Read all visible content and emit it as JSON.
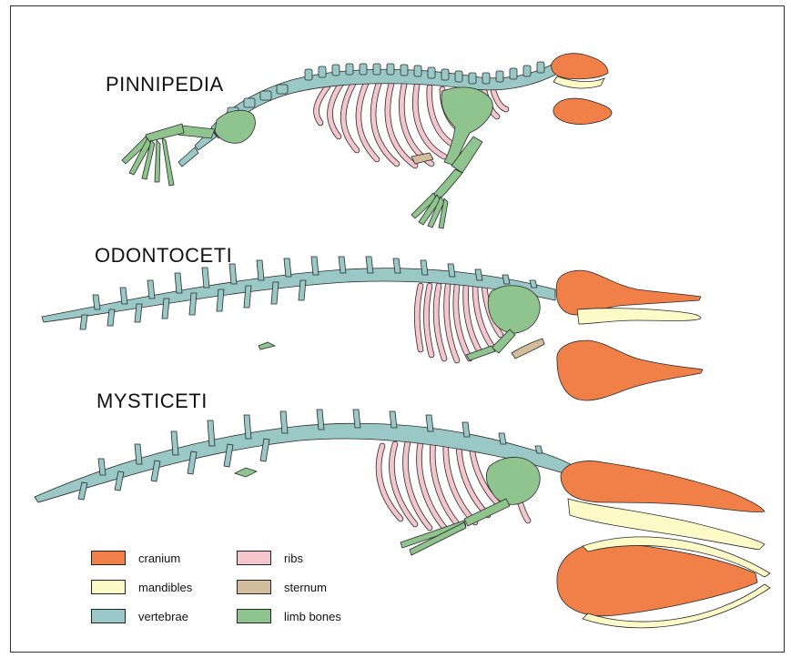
{
  "groups": [
    {
      "key": "pinnipedia",
      "title": "PINNIPEDIA"
    },
    {
      "key": "odontoceti",
      "title": "ODONTOCETI"
    },
    {
      "key": "mysticeti",
      "title": "MYSTICETI"
    }
  ],
  "legend": [
    {
      "key": "cranium",
      "label": "cranium",
      "color": "#F08048"
    },
    {
      "key": "mandibles",
      "label": "mandibles",
      "color": "#FDFAC8"
    },
    {
      "key": "vertebrae",
      "label": "vertebrae",
      "color": "#9AC8C6"
    },
    {
      "key": "ribs",
      "label": "ribs",
      "color": "#F2C6CC"
    },
    {
      "key": "sternum",
      "label": "sternum",
      "color": "#D2BE9C"
    },
    {
      "key": "limb",
      "label": "limb bones",
      "color": "#8FC48E"
    }
  ],
  "outline_color": "#2a2a2a"
}
